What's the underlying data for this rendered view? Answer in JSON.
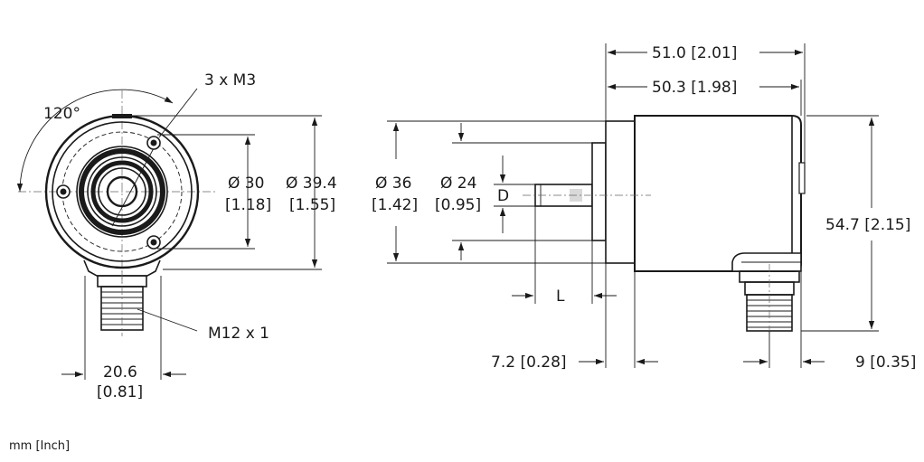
{
  "units_note": "mm [Inch]",
  "dimensions": {
    "angle": "120°",
    "screws": "3 x M3",
    "d30_mm": "Ø 30",
    "d30_in": "[1.18]",
    "d394_mm": "Ø 39.4",
    "d394_in": "[1.55]",
    "connector": "M12 x 1",
    "w206_mm": "20.6",
    "w206_in": "[0.81]",
    "len51": "51.0 [2.01]",
    "len503": "50.3 [1.98]",
    "d36_mm": "Ø 36",
    "d36_in": "[1.42]",
    "d24_mm": "Ø 24",
    "d24_in": "[0.95]",
    "shaft_d": "D",
    "shaft_l": "L",
    "flange": "7.2 [0.28]",
    "height": "54.7 [2.15]",
    "offset": "9 [0.35]"
  }
}
